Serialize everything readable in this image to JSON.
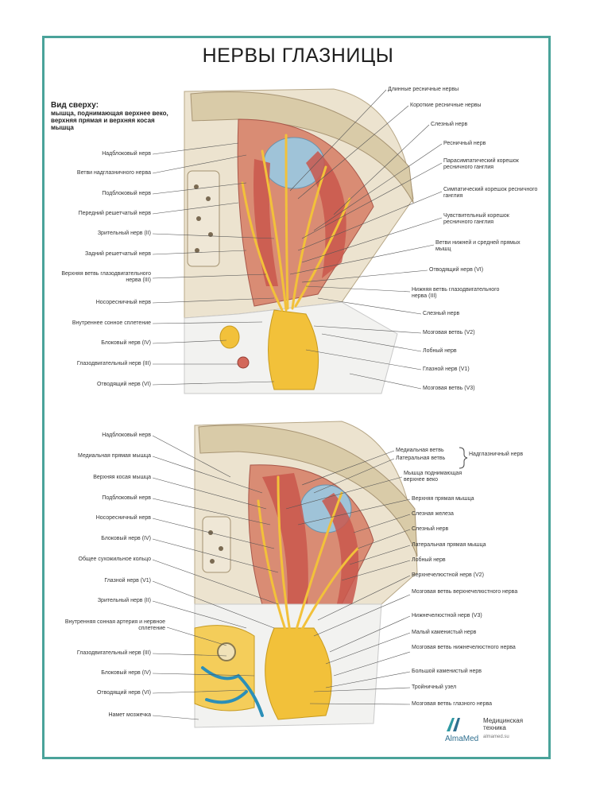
{
  "title": "НЕРВЫ ГЛАЗНИЦЫ",
  "caption": {
    "heading": "Вид сверху:",
    "text": "мышца, поднимающая верхнее веко, верхняя прямая и верхняя косая мышца"
  },
  "top_view": {
    "left_labels": [
      "Надблоковый нерв",
      "Ветви надглазничного нерва",
      "Подблоковый нерв",
      "Передний решетчатый нерв",
      "Зрительный нерв (II)",
      "Задний решетчатый нерв",
      "Верхняя ветвь глазодвигательного нерва (III)",
      "Носоресничный нерв",
      "Внутреннее сонное сплетение",
      "Блоковый нерв (IV)",
      "Глазодвигательный нерв (III)",
      "Отводящий нерв (VI)"
    ],
    "right_labels": [
      "Длинные ресничные нервы",
      "Короткие ресничные нервы",
      "Слезный нерв",
      "Ресничный нерв",
      "Парасимпатический корешок ресничного ганглия",
      "Симпатический корешок ресничного ганглия",
      "Чувствительный корешок ресничного ганглия",
      "Ветви нижней и средней прямых мышц",
      "Отводящий нерв (VI)",
      "Нижняя ветвь глазодвигательного нерва (III)",
      "Слезный нерв",
      "Мозговая ветвь (V2)",
      "Лобный нерв",
      "Глазной нерв (V1)",
      "Мозговая ветвь (V3)"
    ]
  },
  "bottom_view": {
    "left_labels": [
      "Надблоковый нерв",
      "Медиальная прямая мышца",
      "Верхняя косая мышца",
      "Подблоковый нерв",
      "Носоресничный нерв",
      "Блоковый нерв (IV)",
      "Общее сухожильное кольцо",
      "Глазной нерв (V1)",
      "Зрительный нерв (II)",
      "Внутренняя сонная артерия и нервное сплетение",
      "Глазодвигательный нерв (III)",
      "Блоковый нерв (IV)",
      "Отводящий нерв (VI)",
      "Намет мозжечка"
    ],
    "right_labels": [
      "Медиальная ветвь",
      "Латеральная ветвь",
      "Мышца поднимающая верхнее веко",
      "Верхняя прямая мышца",
      "Слезная железа",
      "Слезный нерв",
      "Латеральная прямая мышца",
      "Лобный нерв",
      "Верхнечелюстной нерв (V2)",
      "Мозговая ветвь верхнечелюстного нерва",
      "Нижнечелюстной нерв (V3)",
      "Малый каменистый нерв",
      "Мозговая ветвь нижнечелюстного нерва",
      "Большой каменистый нерв",
      "Тройничный узел",
      "Мозговая ветвь глазного нерва"
    ],
    "brace_label": "Надглазничный нерв"
  },
  "logo": {
    "name": "AlmaMed",
    "tagline": "Медицинская техника",
    "url": "almamed.su"
  },
  "colors": {
    "frame": "#4aa39a",
    "nerve": "#f2c13a",
    "muscle": "#c9574c",
    "bone": "#e8dcc4",
    "eye": "#9fc3d8",
    "vessel": "#2b8fb8"
  }
}
